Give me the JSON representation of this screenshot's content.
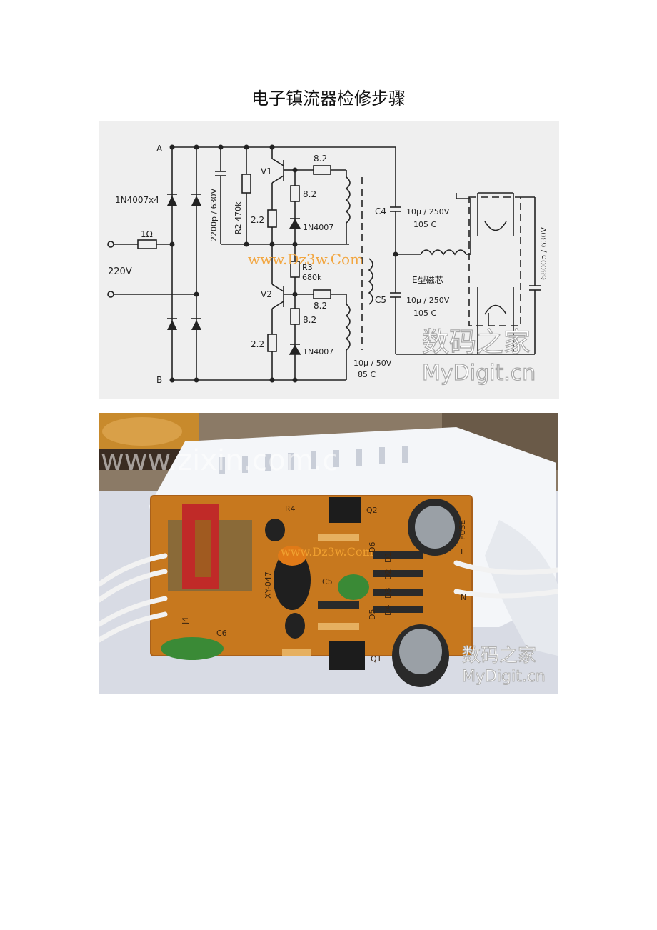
{
  "document": {
    "title": "电子镇流器检修步骤"
  },
  "schematic": {
    "node_a": "A",
    "node_b": "B",
    "diodes_label": "1N4007x4",
    "fuse_res": "1Ω",
    "input_voltage": "220V",
    "c1": "2200p / 630V",
    "r2": "R2  470k",
    "v1": "V1",
    "v2": "V2",
    "r_82_a": "8.2",
    "r_82_b": "8.2",
    "r_82_c": "8.2",
    "r_82_d": "8.2",
    "r_22_a": "2.2",
    "r_22_b": "2.2",
    "d_1n4007_a": "1N4007",
    "d_1n4007_b": "1N4007",
    "r3": "R3",
    "r3_val": "680k",
    "c4": "C4",
    "c4_val": "10μ / 250V",
    "c4_temp": "105  C",
    "c5": "C5",
    "c5_val": "10μ / 250V",
    "c5_temp": "105  C",
    "c_small_val": "10μ / 50V",
    "c_small_temp": "85  C",
    "core": "E型磁芯",
    "c_lamp": "6800p / 630V",
    "wm_site": "www.Dz3w.Com",
    "wm_cn": "数码之家",
    "wm_en": "MyDigit.cn"
  },
  "photo": {
    "wm_top": "www.zixin.com.c",
    "wm_site": "www.Dz3w.Com",
    "board_text": "XY-047",
    "r4": "R4",
    "q1": "Q1",
    "q2": "Q2",
    "c5": "C5",
    "c6": "C6",
    "d1": "D1",
    "d2": "D2",
    "d3": "D3",
    "d4": "D4",
    "d5": "D5",
    "d6": "D6",
    "j4": "J4",
    "fuse": "FUSE",
    "l": "L",
    "n": "N",
    "wm_cn": "数码之家",
    "wm_en": "MyDigit.cn"
  }
}
